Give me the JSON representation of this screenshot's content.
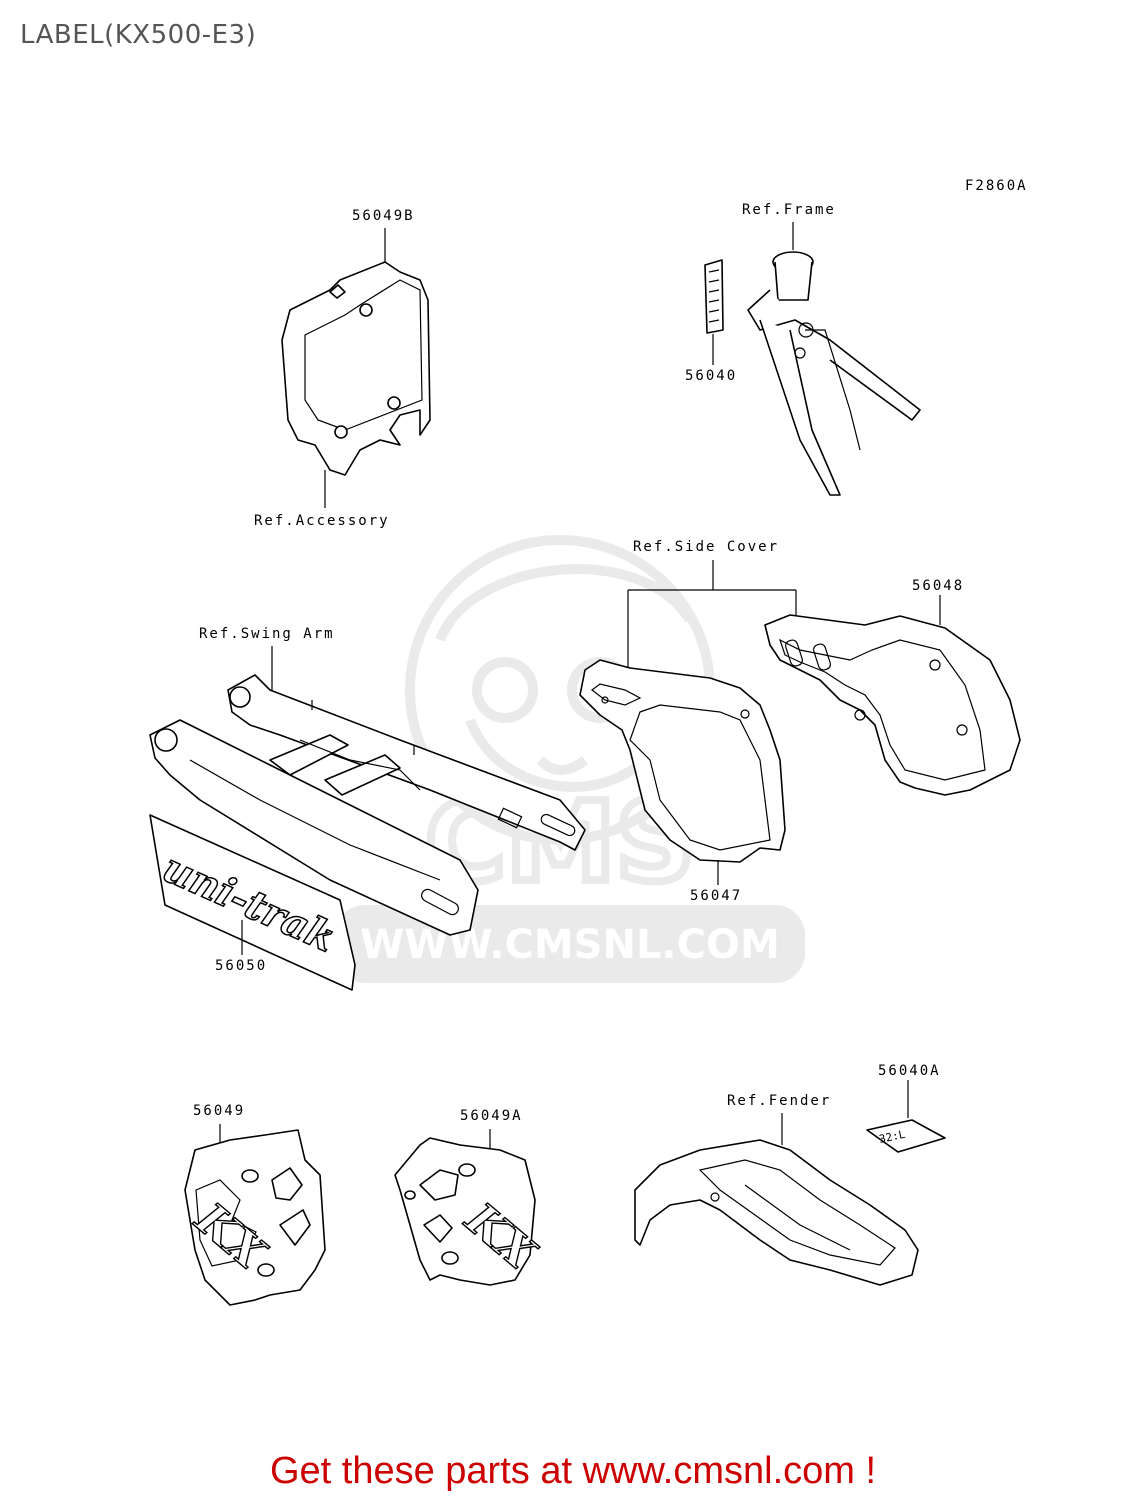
{
  "title": "LABEL(KX500-E3)",
  "figure_code": "F2860A",
  "labels": {
    "p56049B": "56049B",
    "ref_accessory": "Ref.Accessory",
    "ref_frame": "Ref.Frame",
    "p56040": "56040",
    "ref_side_cover": "Ref.Side Cover",
    "p56048": "56048",
    "ref_swing_arm": "Ref.Swing Arm",
    "p56047": "56047",
    "p56050": "56050",
    "p56049": "56049",
    "p56049A": "56049A",
    "ref_fender": "Ref.Fender",
    "p56040A": "56040A"
  },
  "decal_text": {
    "unitrak": "uni-trak",
    "kx": "KX",
    "fender_label": "32:L"
  },
  "watermark": {
    "brand": "CMS",
    "url": "WWW.CMSNL.COM"
  },
  "footer": "Get these parts at www.cmsnl.com !",
  "colors": {
    "footer": "#cc0000",
    "title": "#555555",
    "watermark": "#d9d9d9"
  }
}
